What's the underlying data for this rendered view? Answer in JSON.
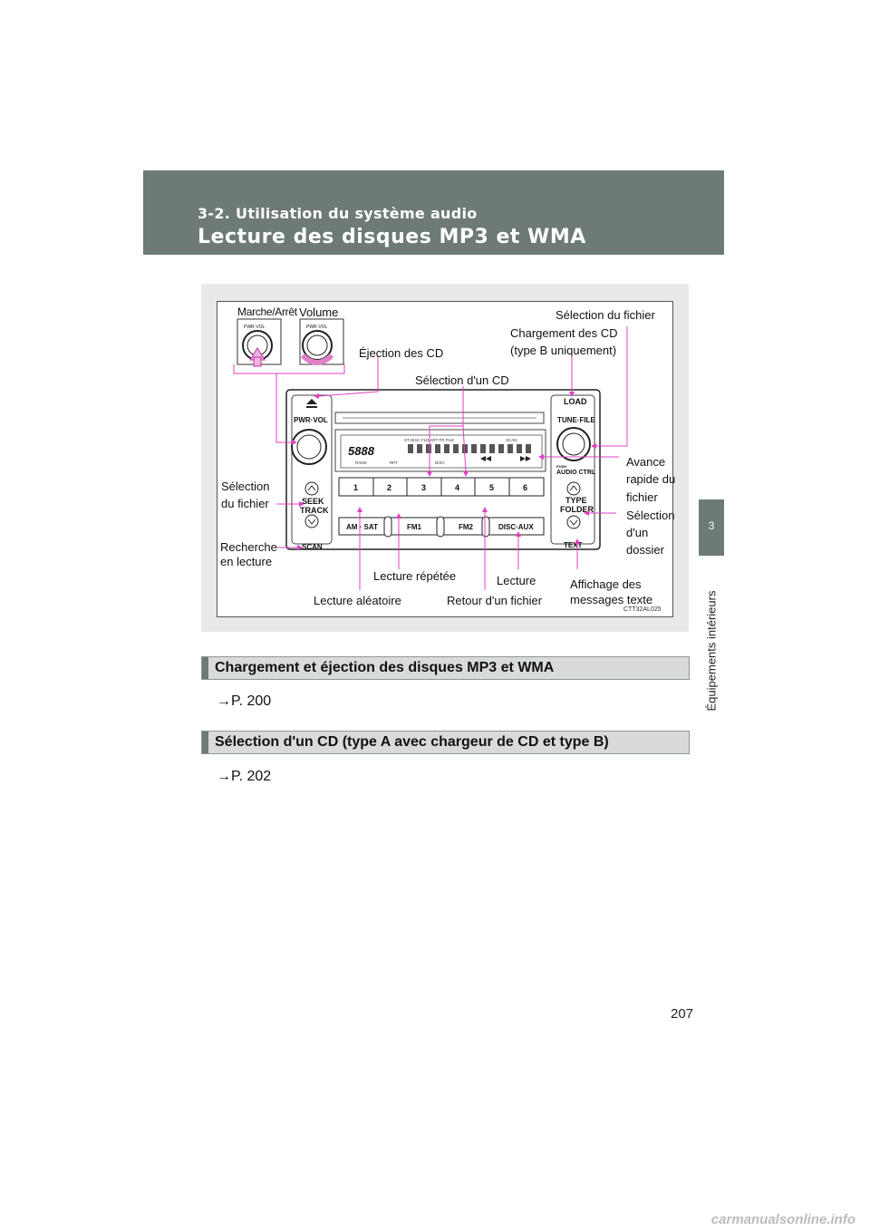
{
  "header": {
    "section": "3-2. Utilisation du système audio",
    "title": "Lecture des disques MP3 et WMA"
  },
  "side_tab": {
    "number": "3",
    "label": "Équipements intérieurs"
  },
  "figure": {
    "labels": {
      "marche_arret": "Marche/Arrêt",
      "volume": "Volume",
      "ejection": "Éjection des CD",
      "selection_cd": "Sélection d'un CD",
      "chargement_line1": "Chargement des CD",
      "chargement_line2": "(type B uniquement)",
      "selection_fichier_top": "Sélection du fichier",
      "selection_fichier_left_1": "Sélection",
      "selection_fichier_left_2": "du fichier",
      "recherche_1": "Recherche",
      "recherche_2": "en lecture",
      "avance_1": "Avance",
      "avance_2": "rapide du",
      "avance_3": "fichier",
      "dossier_1": "Sélection",
      "dossier_2": "d'un",
      "dossier_3": "dossier",
      "lecture_repetee": "Lecture répétée",
      "lecture": "Lecture",
      "lecture_aleatoire": "Lecture aléatoire",
      "retour": "Retour d'un fichier",
      "affichage_1": "Affichage des",
      "affichage_2": "messages texte",
      "code": "CTT32AL025"
    },
    "radio": {
      "pwr_vol": "PWR·VOL",
      "load": "LOAD",
      "tune_file": "TUNE·FILE",
      "push": "PUSH",
      "audio_ctrl": "AUDIO CTRL",
      "seek": "SEEK",
      "track": "TRACK",
      "scan": "SCAN",
      "type": "TYPE",
      "folder": "FOLDER",
      "text": "TEXT",
      "presets": [
        "1",
        "2",
        "3",
        "4",
        "5",
        "6"
      ],
      "bands": [
        "AM · SAT",
        "FM1",
        "FM2",
        "DISC·AUX"
      ],
      "display_digits": "5888",
      "display_top": "ST  DISC   FLD  ART  TR  FILE",
      "display_scan": "SCAN",
      "display_rand": "RAND",
      "display_rpt": "RPT",
      "display_disc": "DISC",
      "knob_label": "PWR·VOL"
    }
  },
  "sections": [
    {
      "title": "Chargement et éjection des disques MP3 et WMA",
      "ref": "→P. 200"
    },
    {
      "title": "Sélection d'un CD (type A avec chargeur de CD et type B)",
      "ref": "→P. 202"
    }
  ],
  "page_number": "207",
  "footer": "carmanualsonline.info",
  "colors": {
    "header": "#6d7a78",
    "leader_line": "#e040c0",
    "section_bar": "#d8dbda"
  }
}
